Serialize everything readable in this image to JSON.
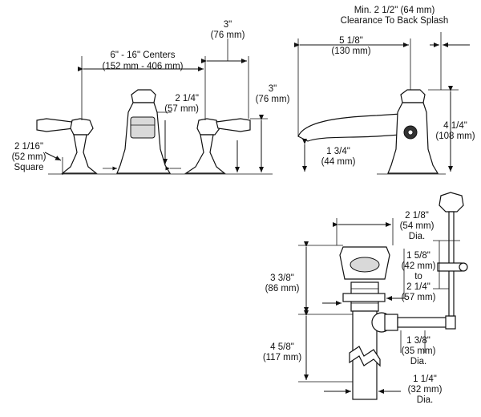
{
  "labels": {
    "centers": [
      "6\" - 16\" Centers",
      "(152 mm - 406 mm)"
    ],
    "handle_height": [
      "2 1/4\"",
      "(57 mm)"
    ],
    "base_square": [
      "2 1/16\"",
      "(52 mm)",
      "Square"
    ],
    "top_3in": [
      "3\"",
      "(76 mm)"
    ],
    "side_3in": [
      "3\"",
      "(76 mm)"
    ],
    "clearance": [
      "Min. 2 1/2\" (64 mm)",
      "Clearance To Back Splash"
    ],
    "reach": [
      "5 1/8\"",
      "(130 mm)"
    ],
    "spout_height": [
      "4 1/4\"",
      "(108 mm)"
    ],
    "spout_clear": [
      "1 3/4\"",
      "(44 mm)"
    ],
    "drain_dia": [
      "2 1/8\"",
      "(54 mm)",
      "Dia."
    ],
    "drain_body": [
      "3 3/8\"",
      "(86 mm)"
    ],
    "deck_range": [
      "1 5/8\"",
      "(42 mm)",
      "to",
      "2 1/4\"",
      "(57 mm)"
    ],
    "tail_length": [
      "4 5/8\"",
      "(117 mm)"
    ],
    "outlet_dia": [
      "1 3/8\"",
      "(35 mm)",
      "Dia."
    ],
    "tail_dia": [
      "1 1/4\"",
      "(32 mm)",
      "Dia."
    ]
  }
}
